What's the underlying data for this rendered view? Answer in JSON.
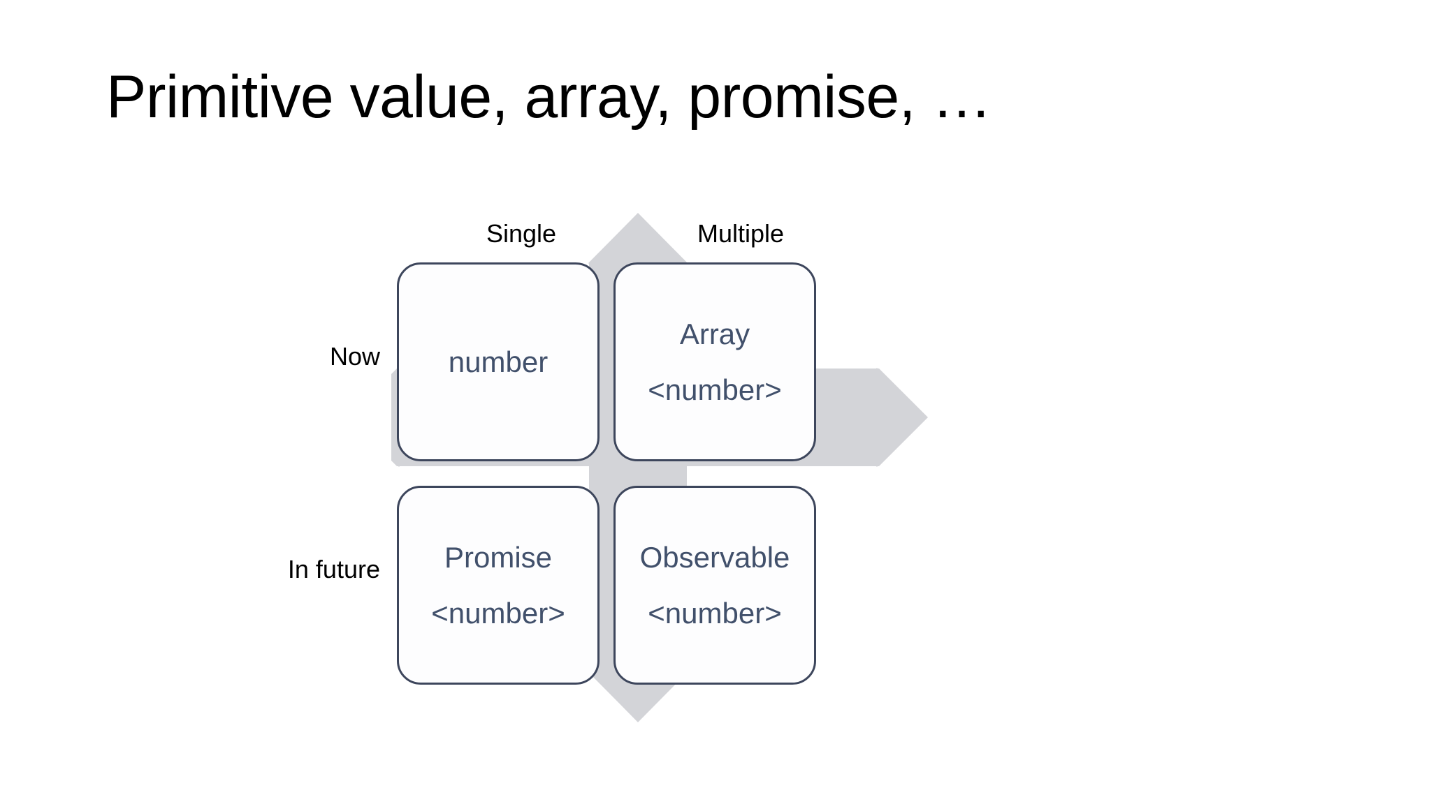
{
  "slide": {
    "title": "Primitive value, array, promise, …",
    "background_color": "#ffffff",
    "title_color": "#000000"
  },
  "diagram": {
    "name": "quadrant-matrix",
    "star_color": "#d3d4d8",
    "box_border_color": "#3d465c",
    "box_fill_color": "#fdfdfe",
    "box_text_color": "#41506b",
    "axis_label_color": "#000000",
    "columns": [
      {
        "label": "Single"
      },
      {
        "label": "Multiple"
      }
    ],
    "rows": [
      {
        "label": "Now"
      },
      {
        "label": "In future"
      }
    ],
    "cells": [
      {
        "id": "number",
        "row": "Now",
        "column": "Single",
        "line1": "number",
        "line2": ""
      },
      {
        "id": "array",
        "row": "Now",
        "column": "Multiple",
        "line1": "Array",
        "line2": "<number>"
      },
      {
        "id": "promise",
        "row": "In future",
        "column": "Single",
        "line1": "Promise",
        "line2": "<number>"
      },
      {
        "id": "observable",
        "row": "In future",
        "column": "Multiple",
        "line1": "Observable",
        "line2": "<number>"
      }
    ]
  }
}
